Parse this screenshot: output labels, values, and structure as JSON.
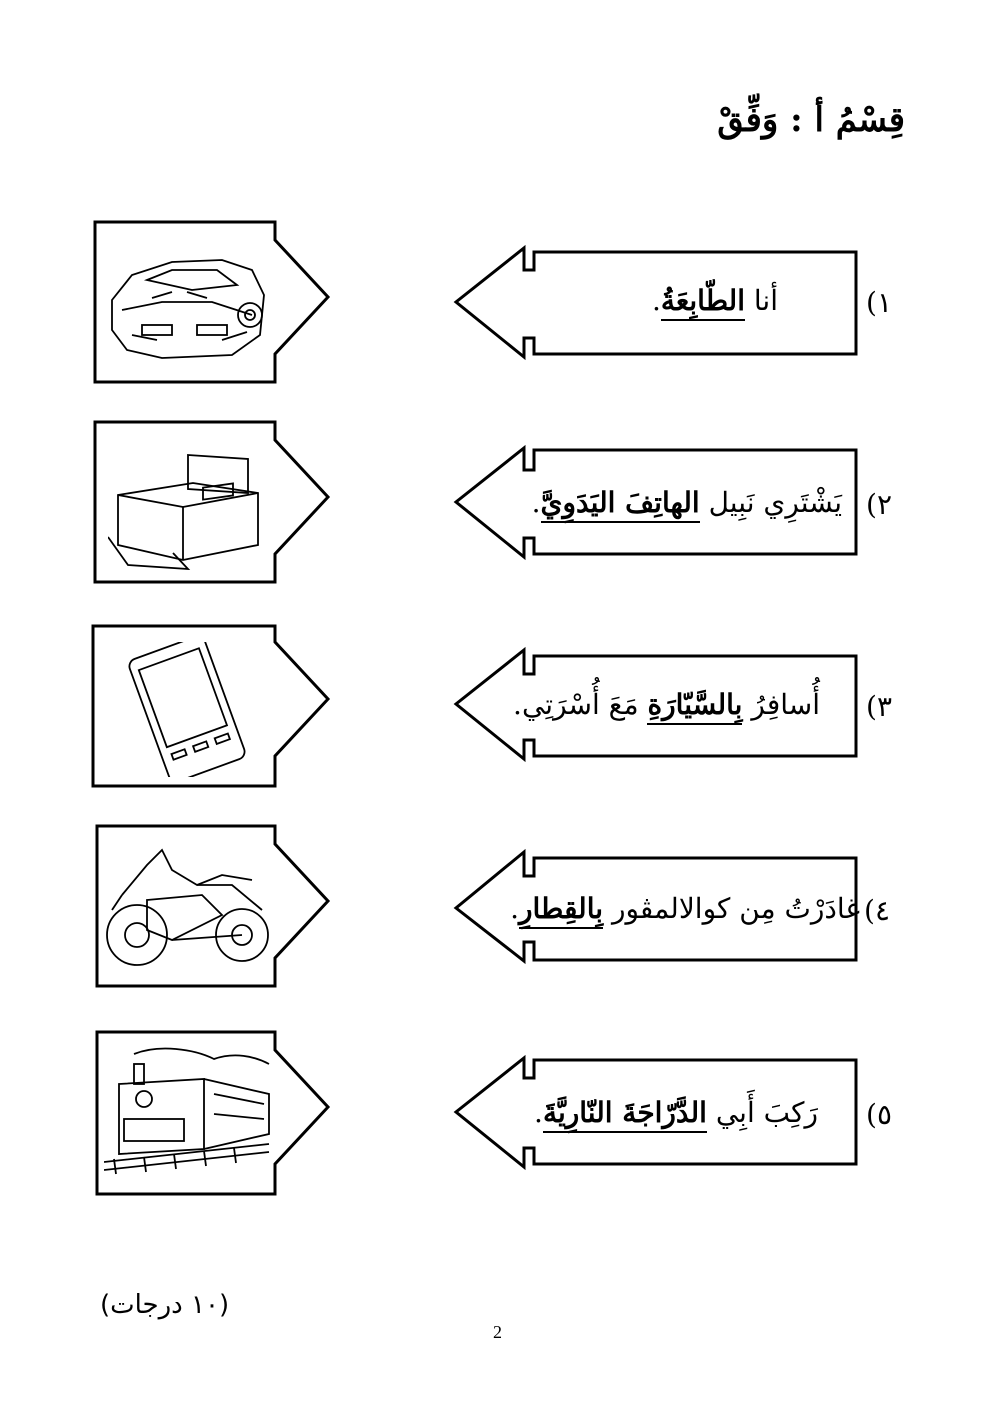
{
  "title": "قِسْمُ أ : وَفِّقْ",
  "items": [
    {
      "num": "١)",
      "before": "أنا ",
      "keyword": "الطّابِعَةُ",
      "after": ".",
      "picture_icon": "car-icon"
    },
    {
      "num": "٢)",
      "before": "يَشْتَرِي نَبِيل ",
      "keyword": "الهاتِفَ اليَدَوِيَّ",
      "after": ".",
      "picture_icon": "printer-icon"
    },
    {
      "num": "٣)",
      "before": "أُسافِرُ ",
      "keyword": "بِالسَّيّارَةِ",
      "after": " مَعَ أُسْرَتِي.",
      "picture_icon": "mobile-phone-icon"
    },
    {
      "num": "٤)",
      "before": "غادَرْتُ مِن كوالالمڤور ",
      "keyword": "بِالقِطارِ",
      "after": ".",
      "picture_icon": "motorcycle-icon"
    },
    {
      "num": "٥)",
      "before": "رَكِبَ أَبِي ",
      "keyword": "الدَّرّاجَةَ النّارِيَّةَ",
      "after": ".",
      "picture_icon": "train-icon"
    }
  ],
  "marks": "(١٠ درجات)",
  "page_number": "2"
}
